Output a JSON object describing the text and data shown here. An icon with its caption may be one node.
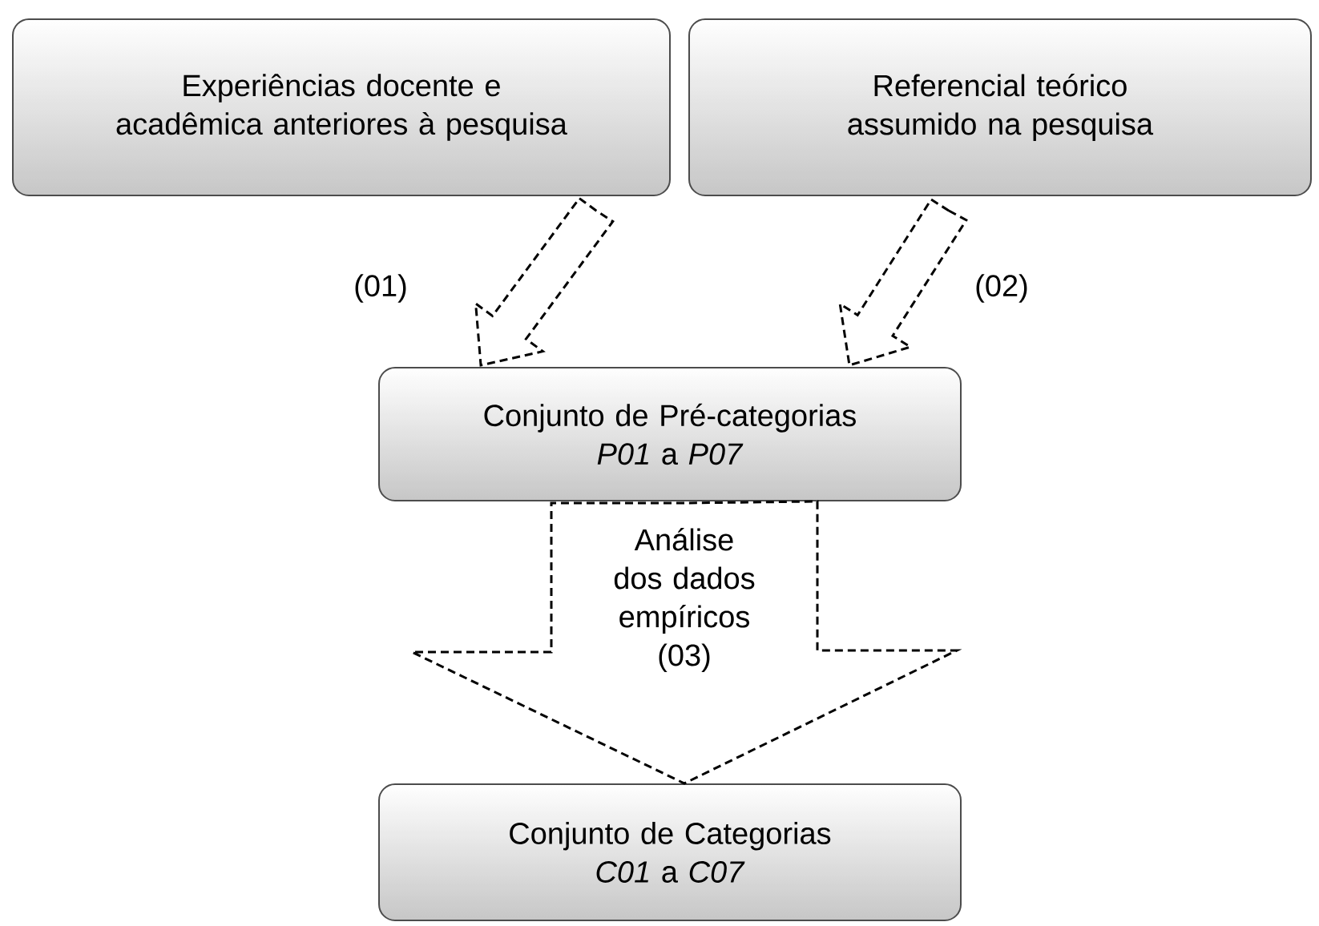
{
  "diagram": {
    "nodes": [
      {
        "text": [
          "Experiências docente e acadêmica anteriores à pesquisa"
        ]
      },
      {
        "text": [
          "Referencial teórico assumido na pesquisa"
        ]
      },
      {
        "text": [
          "Conjunto de Pré-categorias",
          "*P01* a *P07*"
        ]
      },
      {
        "text": [
          "Conjunto de Categorias",
          "*C01* a *C07*"
        ]
      }
    ],
    "edges": [
      {
        "from": 0,
        "to": 2,
        "arrow": "to",
        "label": "(01)",
        "style": "dashed"
      },
      {
        "from": 1,
        "to": 2,
        "arrow": "to",
        "label": "(02)",
        "style": "dashed"
      },
      {
        "from": 2,
        "to": 3,
        "arrow": "to",
        "label": "Análise dos dados empíricos (03)",
        "style": "dashed"
      }
    ]
  }
}
